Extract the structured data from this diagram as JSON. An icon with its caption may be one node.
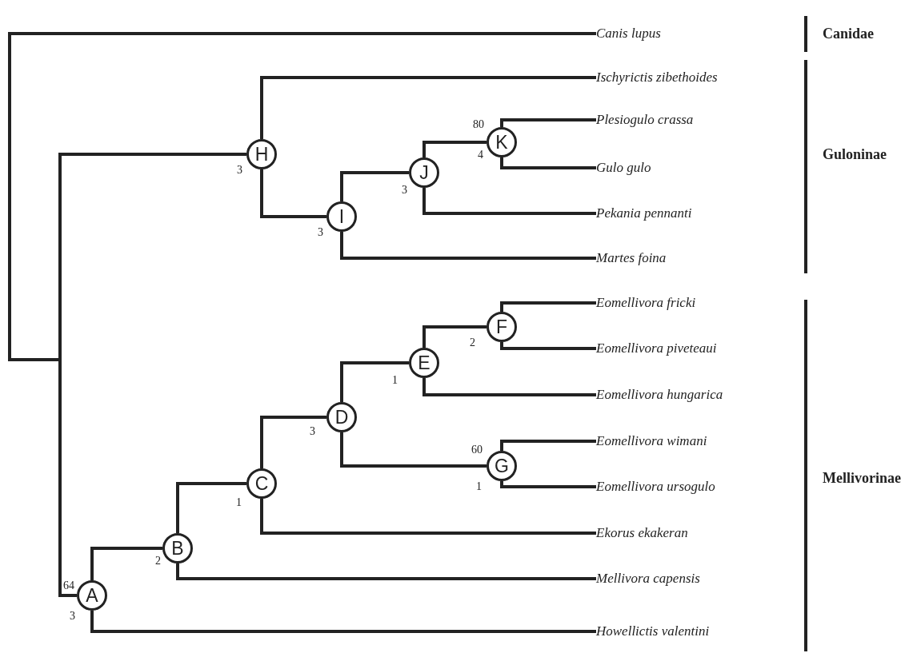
{
  "diagram": {
    "nodes": [
      {
        "text": [
          "Canis lupus"
        ]
      },
      {
        "text": [
          "Ischyrictis zibethoides"
        ]
      },
      {
        "text": [
          "Plesiogulo crassa"
        ]
      },
      {
        "text": [
          "Gulo gulo"
        ]
      },
      {
        "text": [
          "Pekania pennanti"
        ]
      },
      {
        "text": [
          "Martes foina"
        ]
      },
      {
        "text": [
          "Eomellivora fricki"
        ]
      },
      {
        "text": [
          "Eomellivora piveteaui"
        ]
      },
      {
        "text": [
          "Eomellivora hungarica"
        ]
      },
      {
        "text": [
          "Eomellivora wimani"
        ]
      },
      {
        "text": [
          "Eomellivora ursogulo"
        ]
      },
      {
        "text": [
          "Ekorus ekakeran"
        ]
      },
      {
        "text": [
          "Mellivora capensis"
        ]
      },
      {
        "text": [
          "Howellictis valentini"
        ]
      },
      {
        "text": [
          "A"
        ],
        "beside": [
          "64",
          "3"
        ]
      },
      {
        "text": [
          "B"
        ],
        "beside": [
          "2"
        ]
      },
      {
        "text": [
          "C"
        ],
        "beside": [
          "1"
        ]
      },
      {
        "text": [
          "D"
        ],
        "beside": [
          "3"
        ]
      },
      {
        "text": [
          "E"
        ],
        "beside": [
          "1"
        ]
      },
      {
        "text": [
          "F"
        ],
        "beside": [
          "2"
        ]
      },
      {
        "text": [
          "G"
        ],
        "beside": [
          "60",
          "1"
        ]
      },
      {
        "text": [
          "H"
        ],
        "beside": [
          "3"
        ]
      },
      {
        "text": [
          "I"
        ],
        "beside": [
          "3"
        ]
      },
      {
        "text": [
          "J"
        ],
        "beside": [
          "3"
        ]
      },
      {
        "text": [
          "K"
        ],
        "beside": [
          "80",
          "4"
        ]
      }
    ],
    "edges": [
      {
        "from": 14,
        "to": 15,
        "arrow": "none"
      },
      {
        "from": 14,
        "to": 13,
        "arrow": "none"
      },
      {
        "from": 15,
        "to": 16,
        "arrow": "none"
      },
      {
        "from": 15,
        "to": 12,
        "arrow": "none"
      },
      {
        "from": 16,
        "to": 17,
        "arrow": "none"
      },
      {
        "from": 16,
        "to": 11,
        "arrow": "none"
      },
      {
        "from": 17,
        "to": 18,
        "arrow": "none"
      },
      {
        "from": 17,
        "to": 20,
        "arrow": "none"
      },
      {
        "from": 18,
        "to": 19,
        "arrow": "none"
      },
      {
        "from": 18,
        "to": 8,
        "arrow": "none"
      },
      {
        "from": 19,
        "to": 6,
        "arrow": "none"
      },
      {
        "from": 19,
        "to": 7,
        "arrow": "none"
      },
      {
        "from": 20,
        "to": 9,
        "arrow": "none"
      },
      {
        "from": 20,
        "to": 10,
        "arrow": "none"
      },
      {
        "from": 21,
        "to": 1,
        "arrow": "none"
      },
      {
        "from": 21,
        "to": 22,
        "arrow": "none"
      },
      {
        "from": 22,
        "to": 23,
        "arrow": "none"
      },
      {
        "from": 22,
        "to": 5,
        "arrow": "none"
      },
      {
        "from": 23,
        "to": 24,
        "arrow": "none"
      },
      {
        "from": 23,
        "to": 4,
        "arrow": "none"
      },
      {
        "from": 24,
        "to": 2,
        "arrow": "none"
      },
      {
        "from": 24,
        "to": 3,
        "arrow": "none"
      },
      {
        "from": 21,
        "to": 14,
        "arrow": "none"
      },
      {
        "from": 0,
        "to": 21,
        "arrow": "none"
      },
      {
        "from": 0,
        "to": 14,
        "arrow": "none"
      }
    ],
    "labels": [
      "Canidae",
      "Guloninae",
      "Mellivorinae"
    ]
  }
}
